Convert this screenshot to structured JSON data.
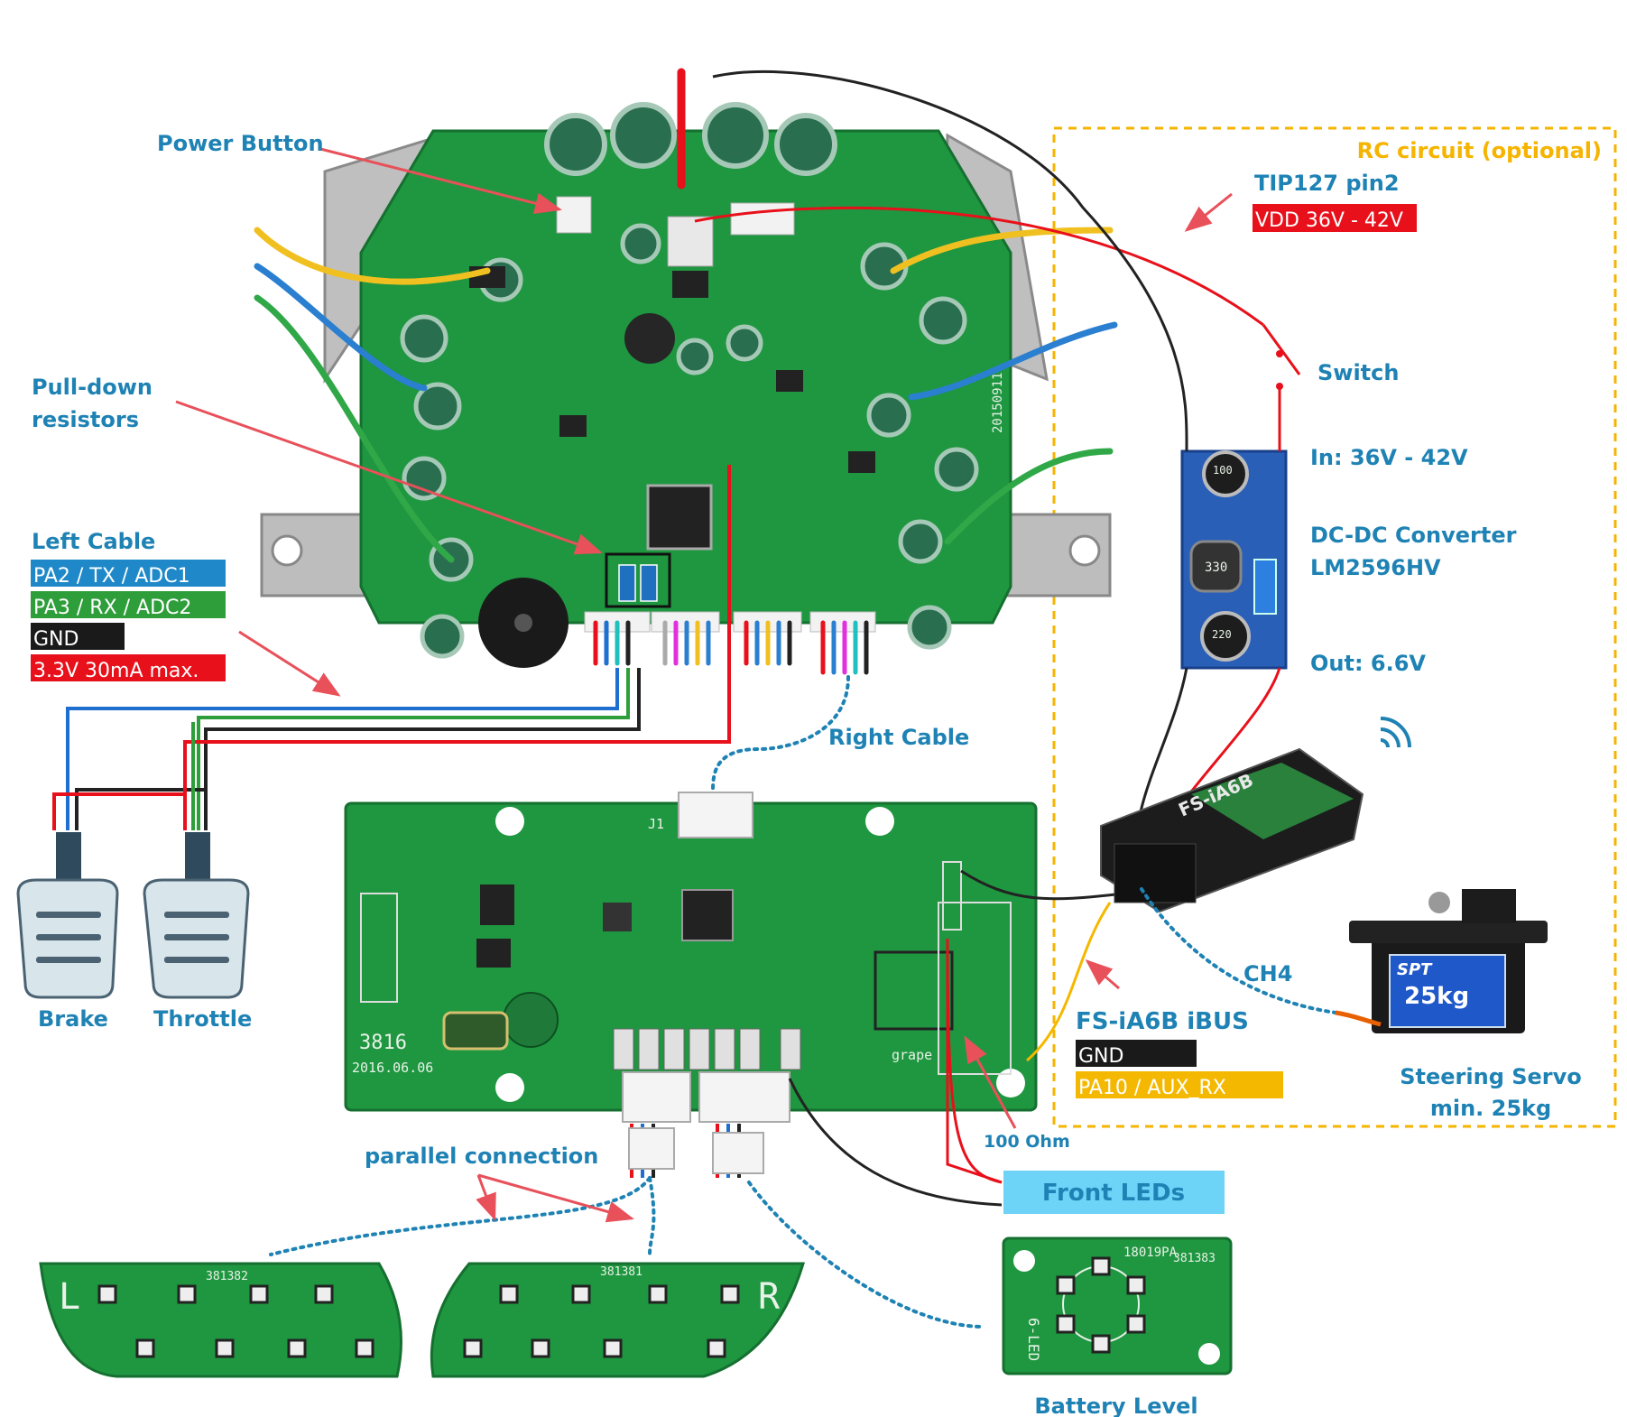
{
  "labels": {
    "power_button": "Power Button",
    "pull_down": [
      "Pull-down",
      "resistors"
    ],
    "left_cable": "Left Cable",
    "brake": "Brake",
    "throttle": "Throttle",
    "right_cable": "Right Cable",
    "parallel": "parallel connection",
    "front_leds": "Front LEDs",
    "battery_level": "Battery Level",
    "ohm": "100 Ohm",
    "rc_circuit": "RC circuit (optional)",
    "tip127": "TIP127 pin2",
    "switch": "Switch",
    "in_voltage": "In: 36V - 42V",
    "dcdc": [
      "DC-DC Converter",
      "LM2596HV"
    ],
    "out_voltage": "Out: 6.6V",
    "ch4": "CH4",
    "fs_ibus": "FS-iA6B iBUS",
    "servo": [
      "Steering Servo",
      "min. 25kg"
    ]
  },
  "left_cable_pins": [
    {
      "text": "PA2 / TX / ADC1",
      "bg": "#1e88c8",
      "fg": "#ffffff"
    },
    {
      "text": "PA3 / RX / ADC2",
      "bg": "#2e9e3a",
      "fg": "#ffffff"
    },
    {
      "text": "GND",
      "bg": "#1a1a1a",
      "fg": "#ffffff"
    },
    {
      "text": "3.3V 30mA max.",
      "bg": "#e8101a",
      "fg": "#ffffff"
    }
  ],
  "vdd": {
    "text": "VDD 36V - 42V",
    "bg": "#e8101a",
    "fg": "#ffffff"
  },
  "ibus_pins": [
    {
      "text": "GND",
      "bg": "#1a1a1a",
      "fg": "#ffffff"
    },
    {
      "text": "PA10 / AUX_RX",
      "bg": "#f5b800",
      "fg": "#ffffff"
    }
  ],
  "pcb_text": {
    "main_date": "20150911",
    "sensor_code": "3816",
    "sensor_date": "2016.06.06",
    "sensor_brand": "grape",
    "left_led_code": "381382",
    "right_led_code": "381381",
    "battery_code": "18019PA",
    "battery_id": "381383",
    "battery_side": "6-LED",
    "left_letter": "L",
    "right_letter": "R",
    "receiver_name": "FS-iA6B",
    "converter_cap_in": "100",
    "converter_cap_out": "220",
    "inductor": "330",
    "servo_brand": "SPT",
    "servo_weight": "25kg",
    "j1": "J1"
  },
  "colors": {
    "label_blue": "#1e82b4",
    "label_orange": "#f5b400",
    "pcb_green": "#1f9640",
    "wire_red": "#e8101a",
    "wire_blue": "#1e6fd0",
    "wire_green": "#2e9e3a",
    "wire_black": "#222222",
    "wire_yellow": "#f5c400",
    "front_leds_bg": "#6dd3f7"
  }
}
